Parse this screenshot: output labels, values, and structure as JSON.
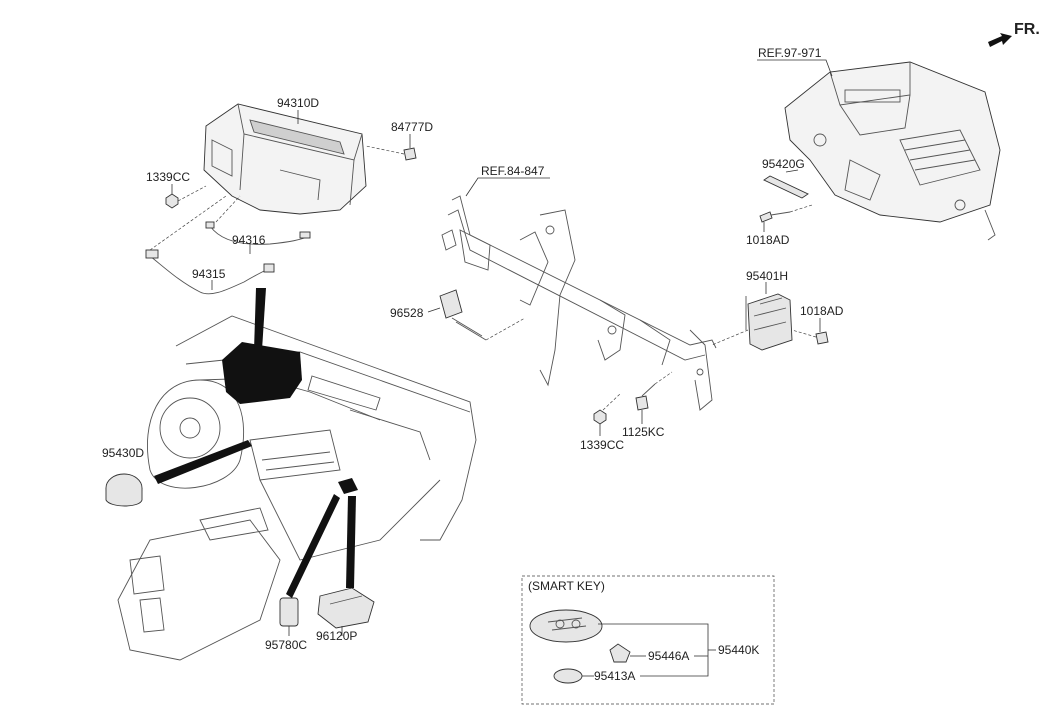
{
  "orientation_label": "FR.",
  "references": {
    "hvac": "REF.97-971",
    "cowl": "REF.84-847"
  },
  "parts": {
    "p94310D": "94310D",
    "p84777D": "84777D",
    "p1339CC_top": "1339CC",
    "p94316": "94316",
    "p94315": "94315",
    "p95420G": "95420G",
    "p1018AD_top": "1018AD",
    "p95401H": "95401H",
    "p1018AD_right": "1018AD",
    "p96528": "96528",
    "p1125KC": "1125KC",
    "p1339CC_bottom": "1339CC",
    "p95430D": "95430D",
    "p95780C": "95780C",
    "p96120P": "96120P"
  },
  "smart_key": {
    "title": "(SMART KEY)",
    "p95446A": "95446A",
    "p95440K": "95440K",
    "p95413A": "95413A"
  },
  "icons": [
    "fr-arrow-icon",
    "pointer-arrow-icon"
  ],
  "colors": {
    "line": "#333333",
    "fill": "#e6e6e6",
    "highlight": "#111111"
  }
}
